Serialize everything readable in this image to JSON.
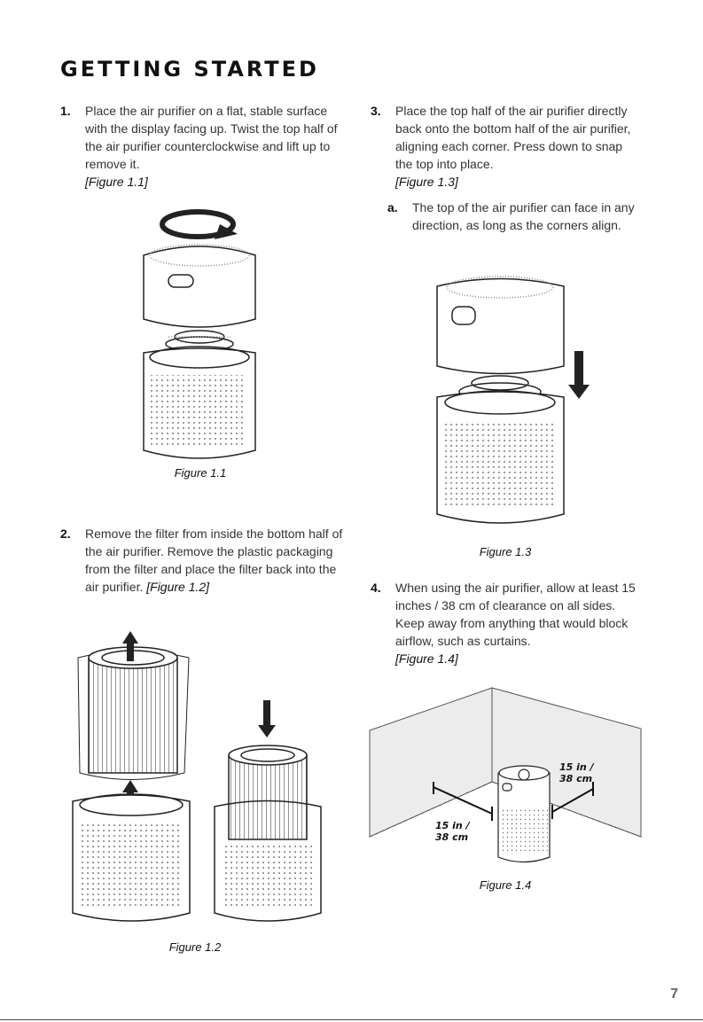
{
  "title": "GETTING STARTED",
  "steps": [
    {
      "num": "1.",
      "text": "Place the air purifier on a flat, stable surface with the display facing up. Twist the top half of the air purifier counterclockwise and lift up to remove it.",
      "ref": "[Figure 1.1]"
    },
    {
      "num": "2.",
      "text": "Remove the filter from inside the bottom half of the air purifier. Remove the plastic packaging from the filter and place the filter back into the air purifier.",
      "ref": "[Figure 1.2]"
    },
    {
      "num": "3.",
      "text": "Place the top half of the air purifier directly back onto the bottom half of the air purifier, aligning each corner. Press down to snap the top into place.",
      "ref": "[Figure 1.3]"
    },
    {
      "num": "4.",
      "text": "When using the air purifier, allow at least 15 inches / 38 cm of clearance on all sides. Keep away from anything that would block airflow, such as curtains.",
      "ref": "[Figure 1.4]"
    }
  ],
  "substep": {
    "num": "a.",
    "text": "The top of the air purifier can face in any direction, as long as the corners align."
  },
  "figures": {
    "fig11": {
      "caption": "Figure 1.1"
    },
    "fig12": {
      "caption": "Figure 1.2"
    },
    "fig13": {
      "caption": "Figure 1.3"
    },
    "fig14": {
      "caption": "Figure 1.4",
      "clearance_line1": "15 in /",
      "clearance_line2": "38 cm"
    }
  },
  "page_number": "7"
}
